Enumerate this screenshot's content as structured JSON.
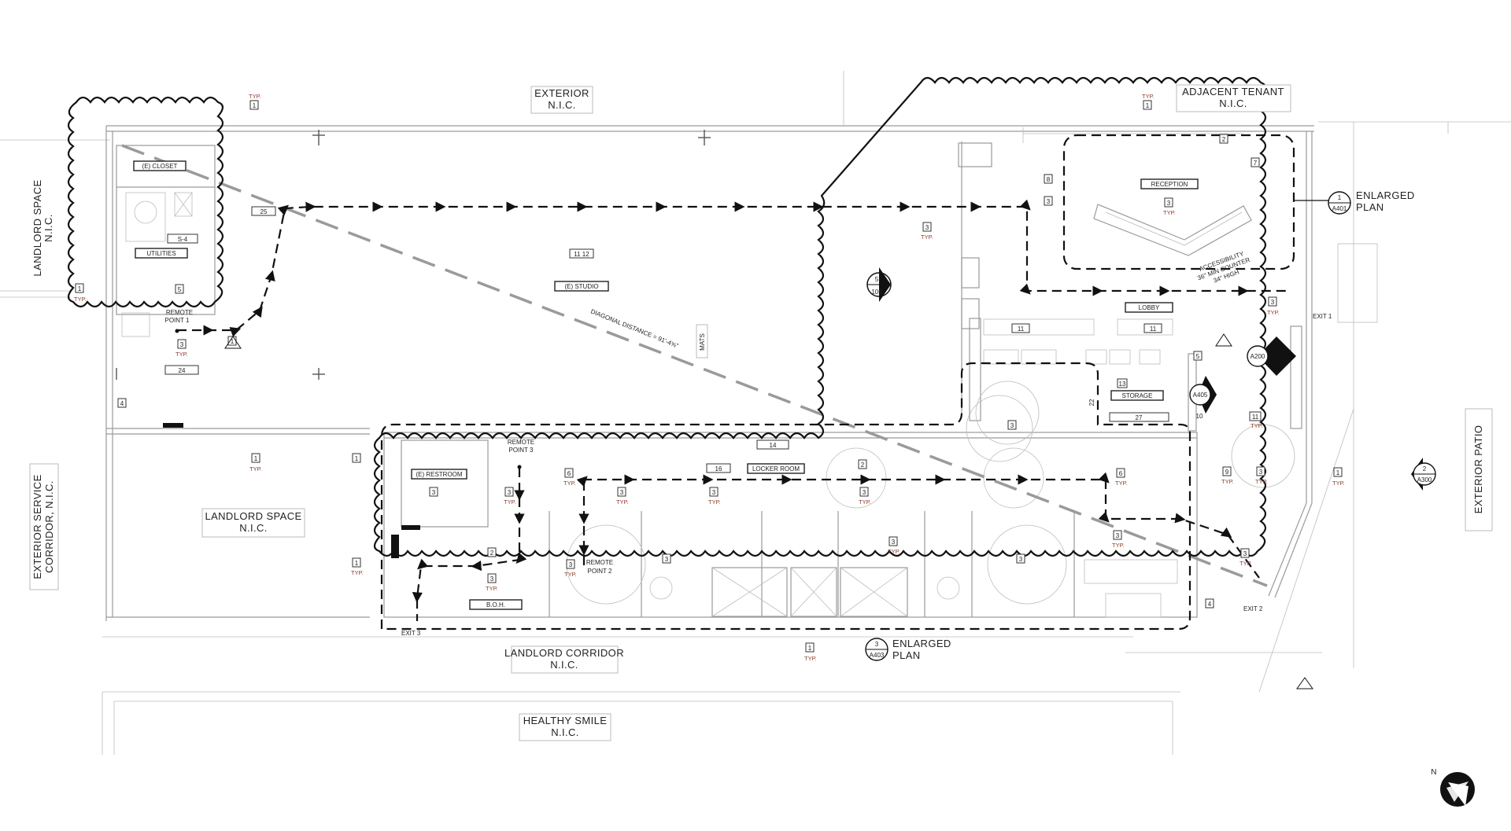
{
  "drawing": {
    "rooms": {
      "closet": "(E) CLOSET",
      "utilities": "UTILITIES",
      "studio": "(E) STUDIO",
      "reception": "RECEPTION",
      "lobby": "LOBBY",
      "storage": "STORAGE",
      "restroom": "(E) RESTROOM",
      "locker_room": "LOCKER ROOM",
      "boh": "B.O.H."
    },
    "context_labels": {
      "exterior": [
        "EXTERIOR",
        "N.I.C."
      ],
      "adjacent_tenant": [
        "ADJACENT TENANT",
        "N.I.C."
      ],
      "landlord_space_left": [
        "LANDLORD SPACE",
        "N.I.C."
      ],
      "landlord_space_mid": [
        "LANDLORD SPACE",
        "N.I.C."
      ],
      "exterior_service": [
        "EXTERIOR SERVICE",
        "CORRIDOR, N.I.C."
      ],
      "landlord_corridor": [
        "LANDLORD CORRIDOR",
        "N.I.C."
      ],
      "healthy_smile": [
        "HEALTHY SMILE",
        "N.I.C."
      ],
      "exterior_patio": "EXTERIOR PATIO"
    },
    "notes": {
      "remote_point_1": [
        "REMOTE",
        "POINT 1"
      ],
      "remote_point_2": [
        "REMOTE",
        "POINT 2"
      ],
      "remote_point_3": [
        "REMOTE",
        "POINT 3"
      ],
      "diagonal_distance": "DIAGONAL DISTANCE = 91'-4⅝\"",
      "mats": "MATS",
      "accessibility": [
        "ACCESSIBILITY",
        "36\" MIN COUNTER",
        "34\" HIGH"
      ],
      "enlarged_plan_1": [
        "ENLARGED",
        "PLAN"
      ],
      "enlarged_plan_2": [
        "ENLARGED",
        "PLAN"
      ],
      "exit_1": "EXIT 1",
      "exit_2": "EXIT 2",
      "exit_3": "EXIT 3",
      "typ": "TYP.",
      "north": "N"
    },
    "section_markers": {
      "m105": [
        "5",
        "105"
      ],
      "a200": "A200",
      "a405": "A405",
      "a401": [
        "1",
        "A401"
      ],
      "a403": [
        "3",
        "A403"
      ],
      "a300": [
        "2",
        "A300"
      ]
    },
    "tags": {
      "t1": "1",
      "t2": "2",
      "t3": "3",
      "t4": "4",
      "t5": "5",
      "t6": "6",
      "t7": "7",
      "t8": "8",
      "t9": "9",
      "t10": "10",
      "t11": "11",
      "t1112": "11 12",
      "t13": "13",
      "t14": "14",
      "t16": "16",
      "t24": "24",
      "t25": "25",
      "t27": "27",
      "t22": "22",
      "s4": "S-4"
    }
  }
}
